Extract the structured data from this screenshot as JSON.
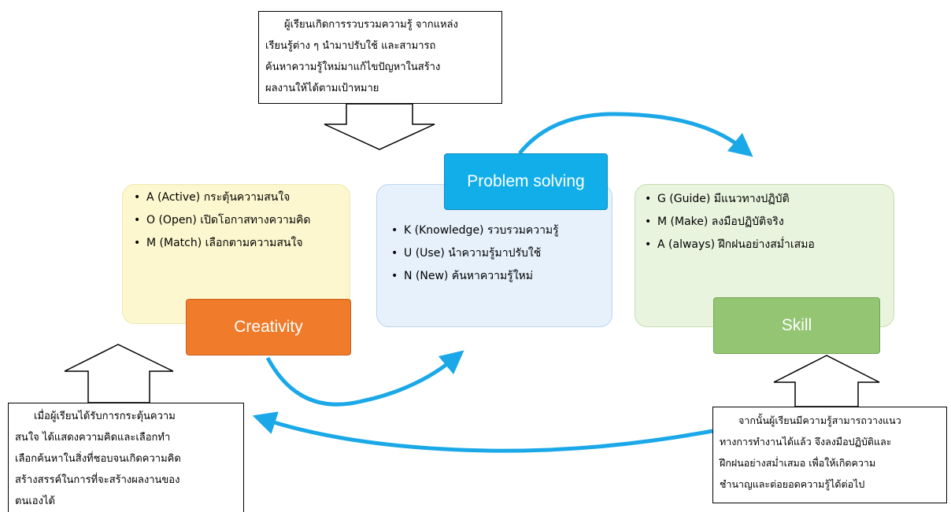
{
  "stages": {
    "creativity": {
      "label": "Creativity",
      "items": [
        "A (Active) กระตุ้นความสนใจ",
        "O (Open) เปิดโอกาสทางความคิด",
        "M (Match) เลือกตามความสนใจ"
      ],
      "panel_color": "#fdf7cf",
      "tag_color": "#ef7b2b"
    },
    "problem_solving": {
      "label": "Problem solving",
      "items": [
        "K (Knowledge) รวบรวมความรู้",
        "U (Use) นำความรู้มาปรับใช้",
        "N (New) ค้นหาความรู้ใหม่"
      ],
      "panel_color": "#e6f1fc",
      "tag_color": "#11aee9"
    },
    "skill": {
      "label": "Skill",
      "items": [
        "G (Guide) มีแนวทางปฏิบัติ",
        "M (Make) ลงมือปฏิบัติจริง",
        "A (always) ฝึกฝนอย่างสม่ำเสมอ"
      ],
      "panel_color": "#e9f4df",
      "tag_color": "#93c572"
    }
  },
  "notes": {
    "top": [
      "ผู้เรียนเกิดการรวบรวมความรู้ จากแหล่ง",
      "เรียนรู้ต่าง ๆ นำมาปรับใช้ และสามารถ",
      "ค้นหาความรู้ใหม่มาแก้ไขปัญหาในสร้าง",
      "ผลงานให้ได้ตามเป้าหมาย"
    ],
    "left": [
      "เมื่อผู้เรียนได้รับการกระตุ้นความ",
      "สนใจ ได้แสดงความคิดและเลือกทำ",
      "เลือกค้นหาในสิ่งที่ชอบจนเกิดความคิด",
      "สร้างสรรค์ในการที่จะสร้างผลงานของ",
      "ตนเองได้"
    ],
    "right": [
      "จากนั้นผู้เรียนมีความรู้สามารถวางแนว",
      "ทางการทำงานได้แล้ว จึงลงมือปฏิบัติและ",
      "ฝึกฝนอย่างสม่ำเสมอ เพื่อให้เกิดความ",
      "ชำนาญและต่อยอดความรู้ได้ต่อไป"
    ]
  },
  "arrow_color": "#1ba8e8"
}
